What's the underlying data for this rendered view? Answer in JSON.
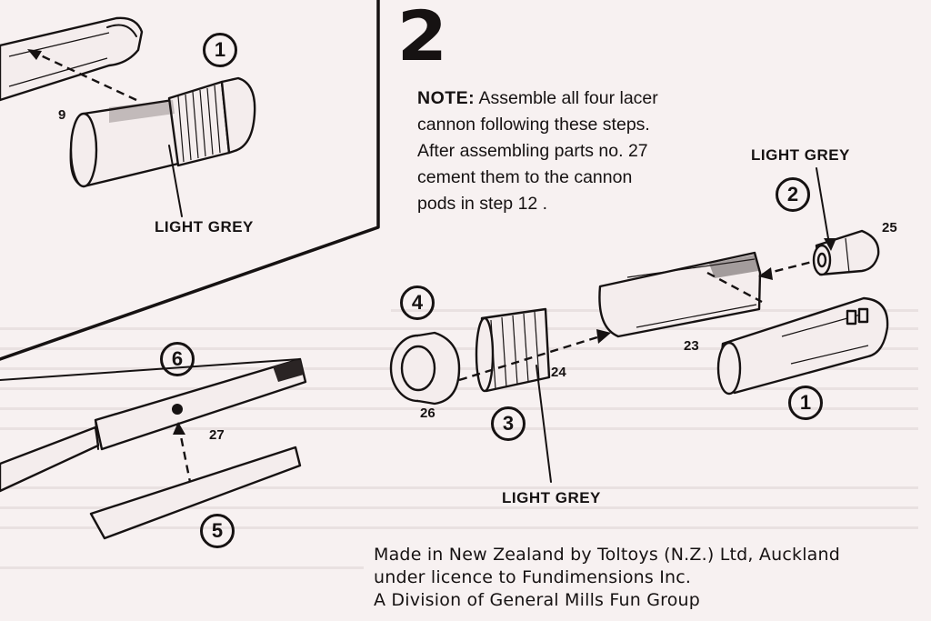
{
  "step": {
    "number": "2"
  },
  "note": {
    "heading": "NOTE:",
    "lines": [
      "Assemble all four lacer",
      "cannon following these steps.",
      "After assembling parts no. 27",
      "cement them to the cannon",
      "pods in step 12 ."
    ]
  },
  "callouts": {
    "c1_top": "1",
    "c2": "2",
    "c4": "4",
    "c6": "6",
    "c1_pod": "1",
    "c3": "3",
    "c5": "5"
  },
  "part_numbers": {
    "p9": "9",
    "p25": "25",
    "p23": "23",
    "p24": "24",
    "p26": "26",
    "p27": "27"
  },
  "paint_labels": {
    "left_panel": "LIGHT GREY",
    "right_top": "LIGHT GREY",
    "bottom": "LIGHT GREY"
  },
  "credits": {
    "line1": "Made in New Zealand by Toltoys (N.Z.) Ltd, Auckland",
    "line2": "under licence to Fundimensions Inc.",
    "line3": "A Division of General Mills Fun Group"
  }
}
